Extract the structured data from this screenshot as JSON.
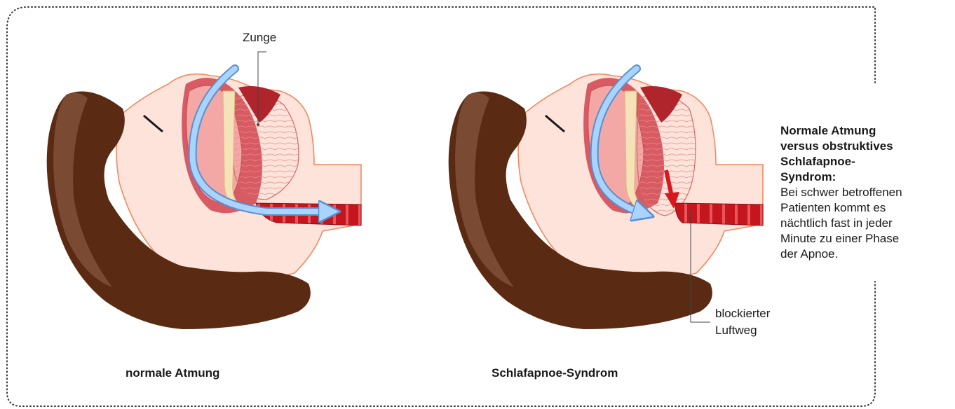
{
  "labels": {
    "tongue": "Zunge",
    "blocked_line1": "blockierter",
    "blocked_line2": "Luftweg"
  },
  "captions": {
    "left": "normale Atmung",
    "right": "Schlafapnoe-Syndrom"
  },
  "side_text": {
    "title_lines": [
      "Normale Atmung",
      "versus obstruktives",
      "Schlafapnoe-",
      "Syndrom:"
    ],
    "body_lines": [
      "Bei schwer betroffenen",
      "Patienten kommt es",
      "nächtlich fast in jeder",
      "Minute zu einer Phase",
      "der Apnoe."
    ]
  },
  "colors": {
    "hair": "#5a2a12",
    "hair_light": "#7a4a32",
    "skin": "#fde3da",
    "skin_outline": "#f08a60",
    "throat_dark": "#d85a62",
    "tissue": "#f4a8a6",
    "tongue": "#f7b8b2",
    "airflow": "#a8d4ff",
    "trachea": "#c4161c",
    "blocked_arrow": "#d7191f",
    "bone": "#f6e2b8",
    "border": "#333333"
  }
}
